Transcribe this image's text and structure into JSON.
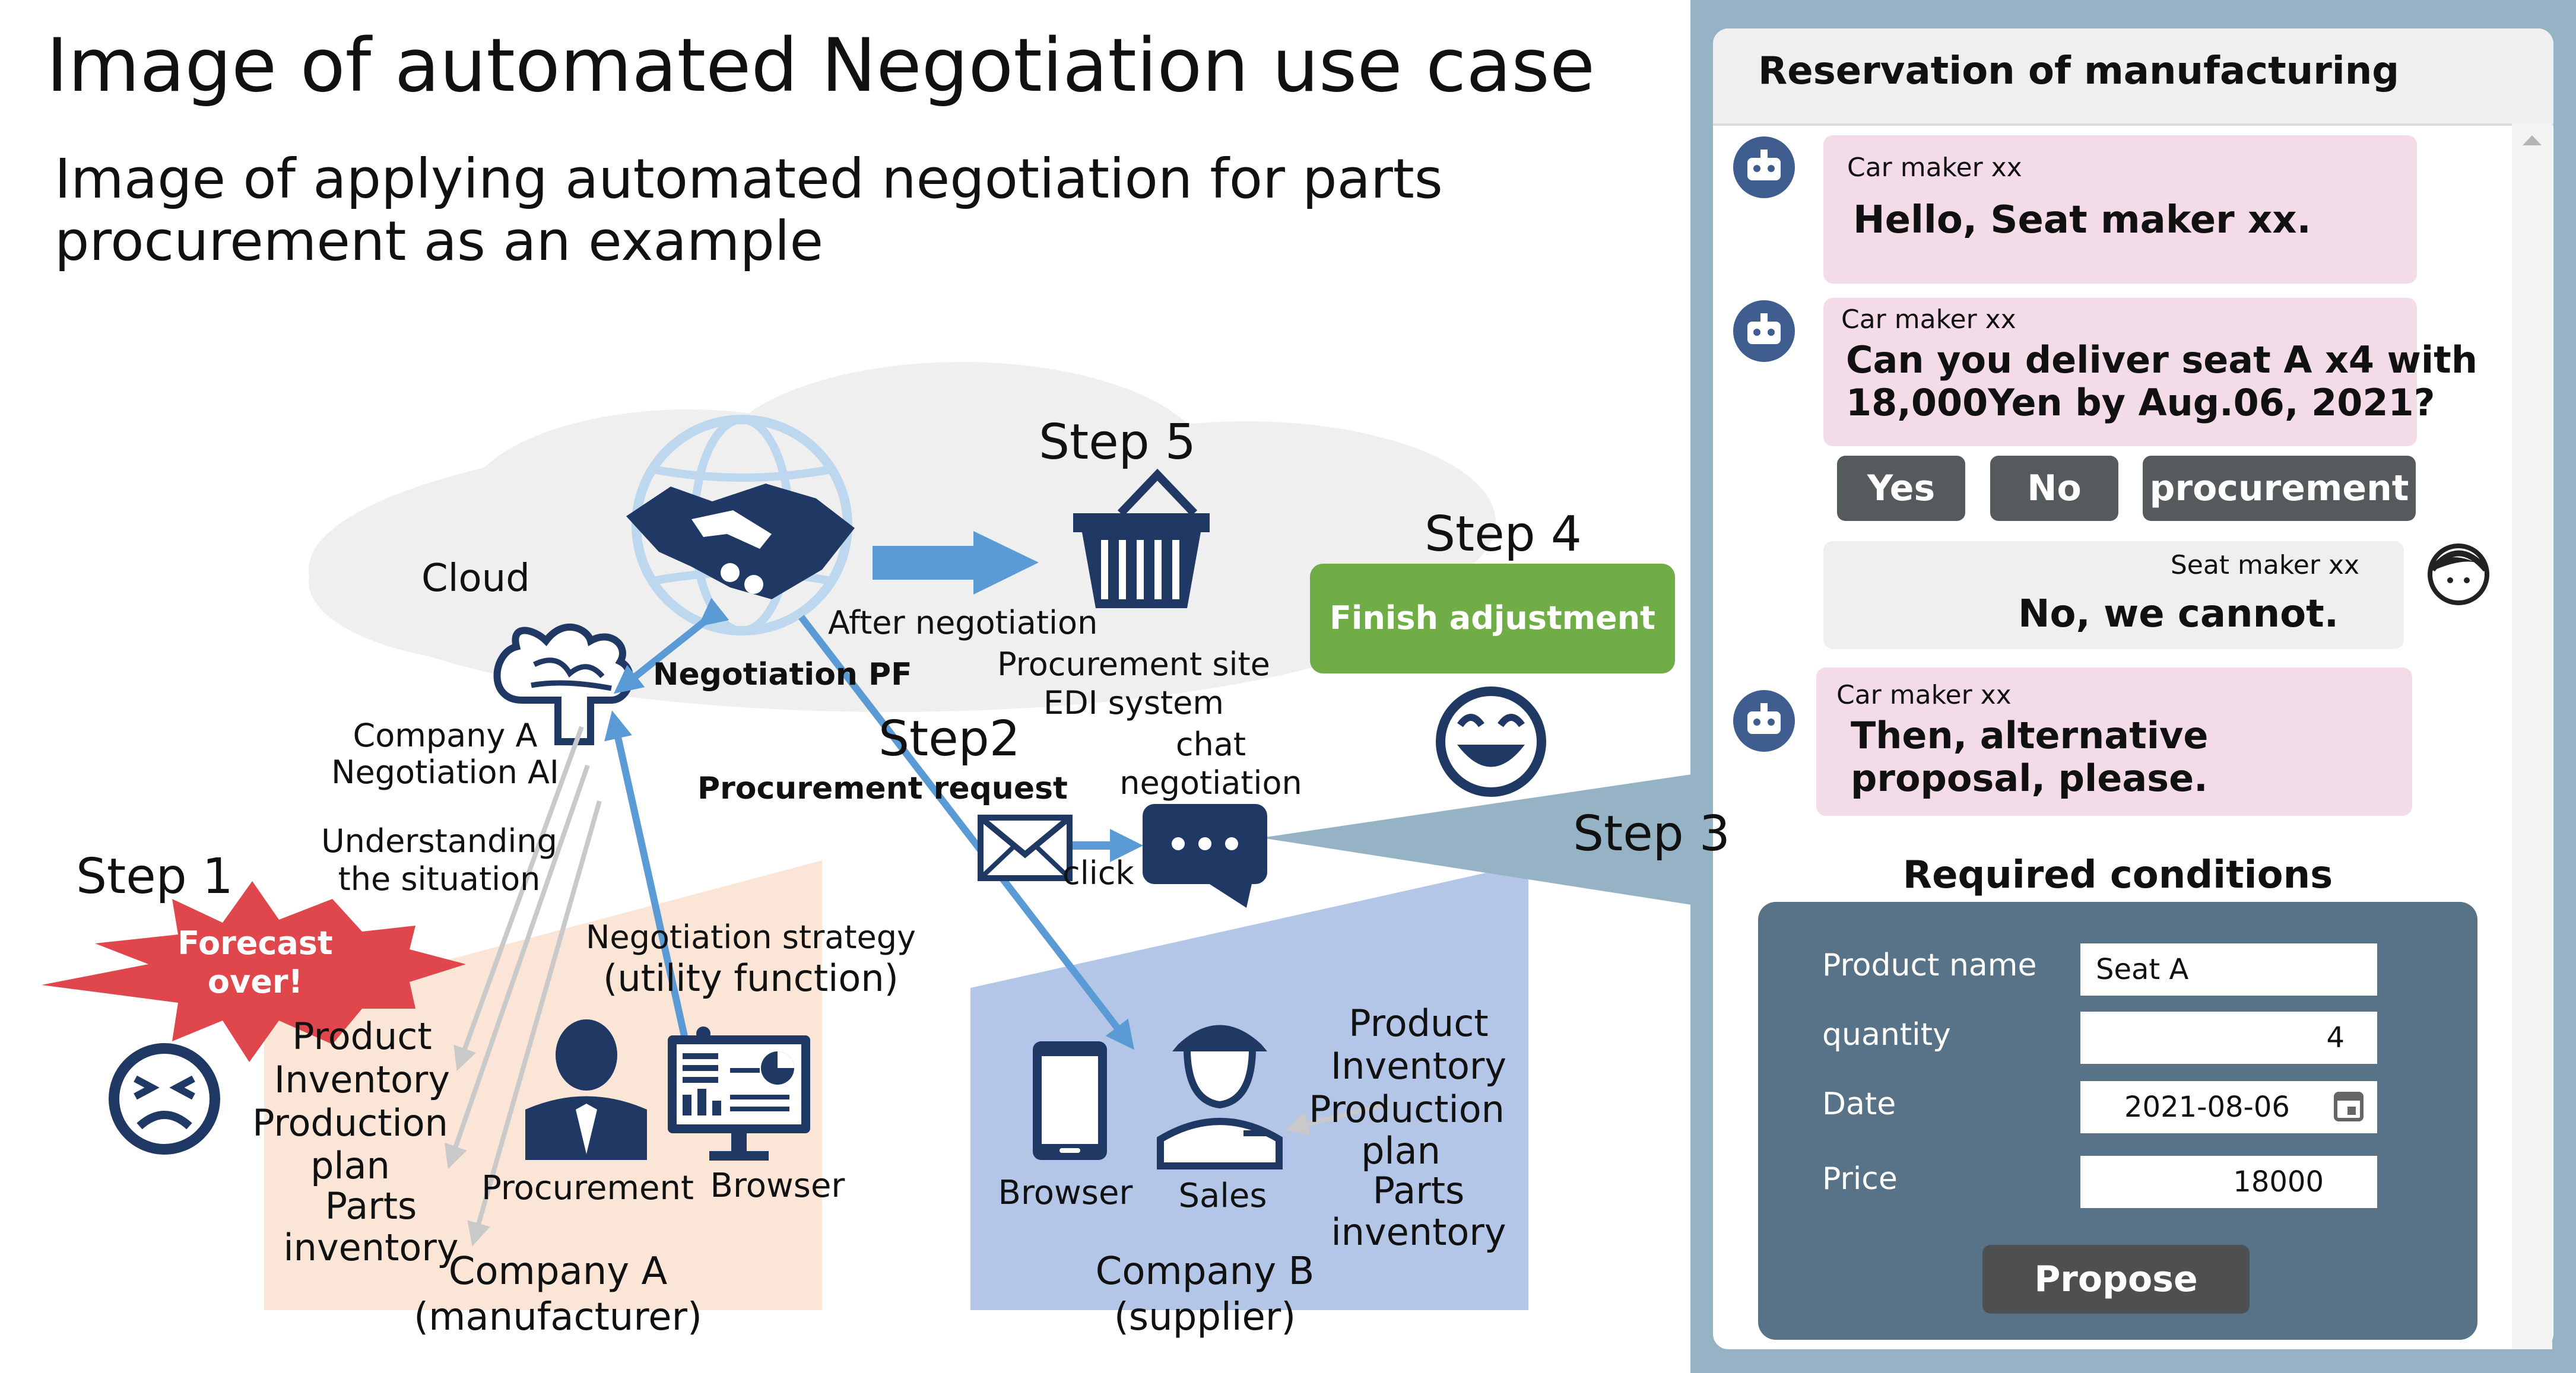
{
  "title": "Image of automated Negotiation use case",
  "subtitle_line1": "Image of applying automated negotiation for parts",
  "subtitle_line2": "procurement as an example",
  "cloud_label": "Cloud",
  "negotiation_pf_label": "Negotiation PF",
  "company_a_ai_line1": "Company A",
  "company_a_ai_line2": "Negotiation AI",
  "understanding_line1": "Understanding",
  "understanding_line2": "the situation",
  "steps": {
    "step1": "Step 1",
    "step2": "Step2",
    "step3": "Step 3",
    "step4": "Step 4",
    "step5": "Step 5"
  },
  "forecast_line1": "Forecast",
  "forecast_line2": "over!",
  "company_a_info": [
    "Product",
    "Inventory",
    "Production",
    "plan",
    "Parts",
    "inventory"
  ],
  "negotiation_strategy_line1": "Negotiation strategy",
  "negotiation_strategy_line2": "(utility function)",
  "procurement_label": "Procurement",
  "browser_label_a": "Browser",
  "company_a_name_line1": "Company A",
  "company_a_name_line2": "(manufacturer)",
  "procurement_request": "Procurement request",
  "click_label": "click",
  "chat_negotiation_line1": "chat",
  "chat_negotiation_line2": "negotiation",
  "after_negotiation": "After negotiation",
  "procurement_site": "Procurement site",
  "edi_system": "EDI system",
  "finish_adjustment": "Finish adjustment",
  "browser_label_b": "Browser",
  "sales_label": "Sales",
  "company_b_info": [
    "Product",
    "Inventory",
    "Production",
    "plan",
    "Parts",
    "inventory"
  ],
  "company_b_name_line1": "Company B",
  "company_b_name_line2": "(supplier)",
  "chat": {
    "header": "Reservation of manufacturing",
    "messages": [
      {
        "sender": "Car maker xx",
        "text_line1": "Hello, Seat maker xx.",
        "text_line2": ""
      },
      {
        "sender": "Car maker xx",
        "text_line1": "Can you deliver seat A x4 with",
        "text_line2": "18,000Yen by Aug.06, 2021?"
      },
      {
        "sender": "Seat maker xx",
        "text_line1": "No, we cannot.",
        "text_line2": ""
      },
      {
        "sender": "Car maker xx",
        "text_line1": "Then, alternative",
        "text_line2": "proposal, please."
      }
    ],
    "buttons": [
      "Yes",
      "No",
      "procurement"
    ],
    "required_conditions": "Required conditions",
    "fields": [
      {
        "label": "Product name",
        "value": "Seat A"
      },
      {
        "label": "quantity",
        "value": "4"
      },
      {
        "label": "Date",
        "value": "2021-08-06"
      },
      {
        "label": "Price",
        "value": "18000"
      }
    ],
    "propose": "Propose"
  },
  "colors": {
    "company_a_bg": "#fbe5d6",
    "company_b_bg": "#b4c6e7",
    "step3_wedge": "#95b3c4",
    "navy_icon": "#1f3864",
    "arrow_blue": "#5b9bd5",
    "finish_green": "#70ad47",
    "forecast_red": "#e0474c"
  }
}
